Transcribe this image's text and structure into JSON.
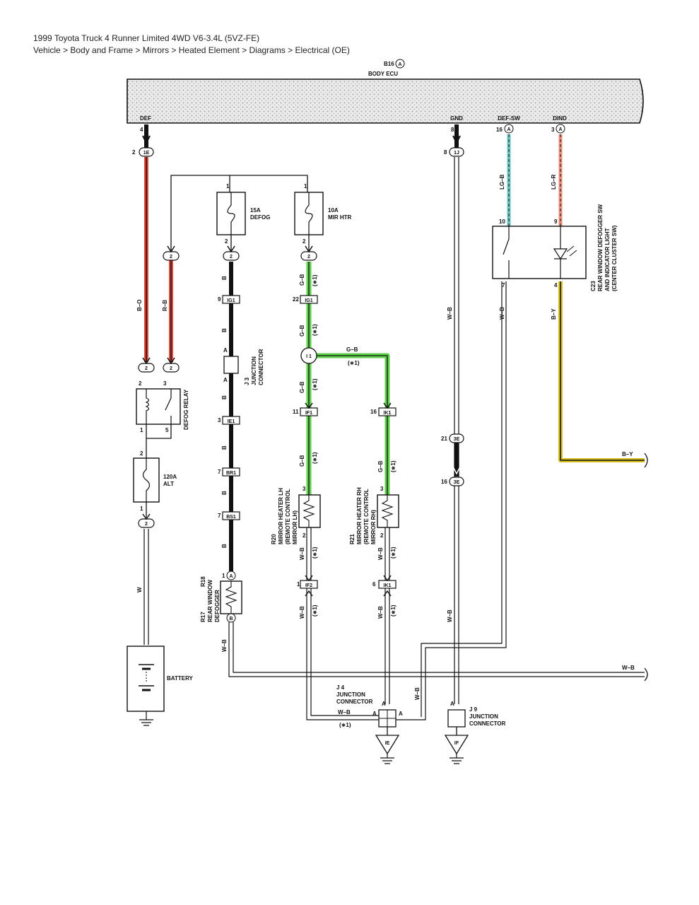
{
  "header": {
    "vehicle": "1999 Toyota Truck 4 Runner Limited 4WD V6-3.4L (5VZ-FE)",
    "breadcrumb": "Vehicle > Body and Frame > Mirrors > Heated Element > Diagrams > Electrical (OE)"
  },
  "colors": {
    "red": "#e0483c",
    "green": "#5fd04a",
    "teal": "#6bc4c0",
    "salmon": "#e8907a",
    "yellow": "#d8c020",
    "black": "#111111",
    "ecu_fill": "#e6e6e6"
  },
  "ecu": {
    "ref": "B16",
    "ref_letter": "A",
    "name": "BODY ECU",
    "terminals": {
      "def": "DEF",
      "gnd": "GND",
      "defsw": "DEF-SW",
      "dind": "DIND"
    },
    "pins": {
      "def": "4",
      "gnd": "8",
      "defsw": "16",
      "dind": "3"
    },
    "letter": "A"
  },
  "connectors": {
    "c1e": "1E",
    "c1j": "1J",
    "c2": "2",
    "ig1": "IG1",
    "ie1": "IE1",
    "br1": "BR1",
    "bs1": "BS1",
    "if1": "IF1",
    "ik1": "IK1",
    "if2": "IF2",
    "i1": "I 1",
    "c3e": "3E",
    "a": "A",
    "b": "B"
  },
  "pins": {
    "p1": "1",
    "p2": "2",
    "p3": "3",
    "p4": "4",
    "p5": "5",
    "p6": "6",
    "p7": "7",
    "p8": "8",
    "p9": "9",
    "p10": "10",
    "p11": "11",
    "p16": "16",
    "p21": "21",
    "p22": "22"
  },
  "wires": {
    "bo": "B–O",
    "rb": "R–B",
    "b": "B",
    "gb": "G–B",
    "w": "W",
    "wb": "W–B",
    "lgb": "LG–B",
    "lgr": "LG–R",
    "by": "B–Y",
    "note1": "(∗1)"
  },
  "fuses": {
    "defog_amp": "15A",
    "defog_name": "DEFOG",
    "mir_amp": "10A",
    "mir_name": "MIR HTR",
    "alt_amp": "120A",
    "alt_name": "ALT"
  },
  "components": {
    "defog_relay": "DEFOG RELAY",
    "j3_ref": "J 3",
    "j3_name": "JUNCTION",
    "j3_name2": "CONNECTOR",
    "r20_ref": "R20",
    "r20_l1": "MIRROR HEATER LH",
    "r20_l2": "(REMOTE CONTROL",
    "r20_l3": "MIRROR LH)",
    "r21_ref": "R21",
    "r21_l1": "MIRROR HEATER RH",
    "r21_l2": "(REMOTE CONTROL",
    "r21_l3": "MIRROR RH)",
    "c23_ref": "C23",
    "c23_l1": "REAR WINDOW DEFOGGER SW",
    "c23_l2": "AND INDICATOR LIGHT",
    "c23_l3": "(CENTER CLUSTER SW)",
    "r17_ref": "R17",
    "r18_ref": "R18",
    "defogger_l1": "REAR WINDOW",
    "defogger_l2": "DEFOGGER",
    "battery": "BATTERY",
    "j4_ref": "J 4",
    "j4_name": "JUNCTION",
    "j4_name2": "CONNECTOR",
    "j9_ref": "J 9",
    "j9_name": "JUNCTION",
    "j9_name2": "CONNECTOR",
    "gnd_ie": "IE",
    "gnd_if": "IF"
  }
}
